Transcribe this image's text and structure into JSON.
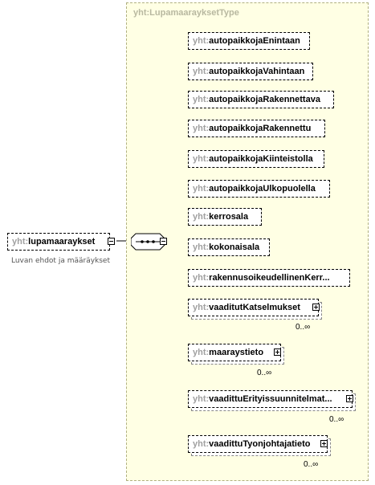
{
  "complex_type": {
    "title": "yht:LupamaarayksetType"
  },
  "root": {
    "prefix": "yht:",
    "name": "lupamaaraykset",
    "doc": "Luvan ehdot ja määräykset"
  },
  "elements": [
    {
      "prefix": "yht:",
      "name": "autopaikkojaEnintaan"
    },
    {
      "prefix": "yht:",
      "name": "autopaikkojaVahintaan"
    },
    {
      "prefix": "yht:",
      "name": "autopaikkojaRakennettava"
    },
    {
      "prefix": "yht:",
      "name": "autopaikkojaRakennettu"
    },
    {
      "prefix": "yht:",
      "name": "autopaikkojaKiinteistolla"
    },
    {
      "prefix": "yht:",
      "name": "autopaikkojaUlkopuolella"
    },
    {
      "prefix": "yht:",
      "name": "kerrosala"
    },
    {
      "prefix": "yht:",
      "name": "kokonaisala"
    },
    {
      "prefix": "yht:",
      "name": "rakennusoikeudellinenKerr..."
    },
    {
      "prefix": "yht:",
      "name": "vaaditutKatselmukset",
      "occurs": "0..∞"
    },
    {
      "prefix": "yht:",
      "name": "maaraystieto",
      "occurs": "0..∞"
    },
    {
      "prefix": "yht:",
      "name": "vaadittuErityissuunnitelmat...",
      "occurs": "0..∞"
    },
    {
      "prefix": "yht:",
      "name": "vaadittuTyonjohtajatieto",
      "occurs": "0..∞"
    }
  ]
}
